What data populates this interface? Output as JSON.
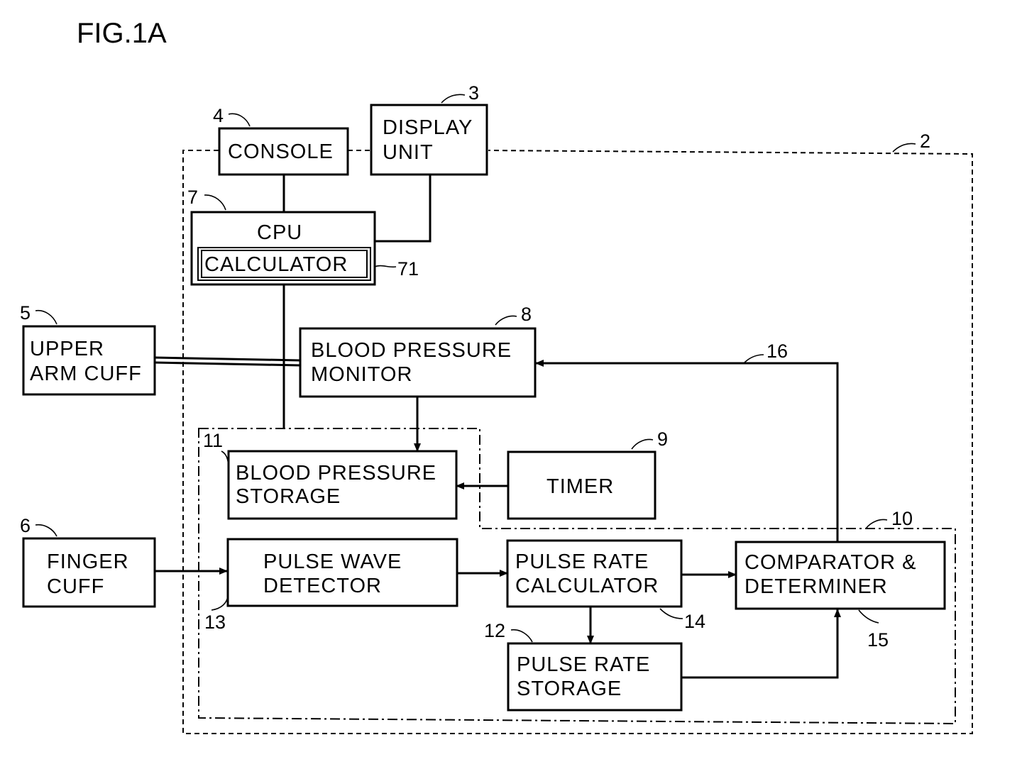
{
  "figure": {
    "title": "FIG.1A"
  },
  "refs": {
    "r2": "2",
    "r3": "3",
    "r4": "4",
    "r5": "5",
    "r6": "6",
    "r7": "7",
    "r8": "8",
    "r9": "9",
    "r10": "10",
    "r11": "11",
    "r12": "12",
    "r13": "13",
    "r14": "14",
    "r15": "15",
    "r16": "16",
    "r71": "71"
  },
  "blocks": {
    "console": {
      "line1": "CONSOLE"
    },
    "display_unit": {
      "line1": "DISPLAY",
      "line2": "UNIT"
    },
    "cpu": {
      "line1": "CPU"
    },
    "calculator": {
      "line1": "CALCULATOR"
    },
    "upper_arm_cuff": {
      "line1": "UPPER",
      "line2": "ARM CUFF"
    },
    "blood_pressure_monitor": {
      "line1": "BLOOD PRESSURE",
      "line2": "MONITOR"
    },
    "blood_pressure_storage": {
      "line1": "BLOOD PRESSURE",
      "line2": "STORAGE"
    },
    "timer": {
      "line1": "TIMER"
    },
    "finger_cuff": {
      "line1": "FINGER",
      "line2": "CUFF"
    },
    "pulse_wave_detector": {
      "line1": "PULSE WAVE",
      "line2": "DETECTOR"
    },
    "pulse_rate_calculator": {
      "line1": "PULSE RATE",
      "line2": "CALCULATOR"
    },
    "comparator_determiner": {
      "line1": "COMPARATOR &",
      "line2": "DETERMINER"
    },
    "pulse_rate_storage": {
      "line1": "PULSE RATE",
      "line2": "STORAGE"
    }
  }
}
